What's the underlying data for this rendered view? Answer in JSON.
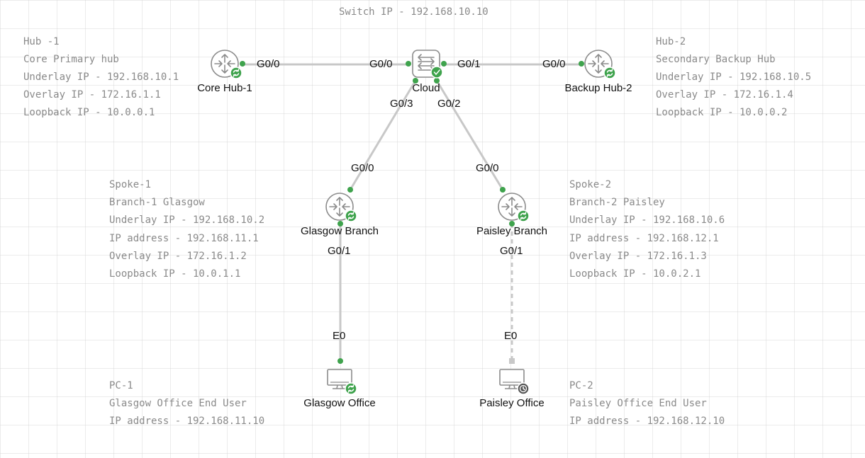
{
  "switch_ip_label": "Switch IP - 192.168.10.10",
  "devices": {
    "core_hub": {
      "name": "Core Hub-1",
      "type": "router",
      "status": "running"
    },
    "cloud": {
      "name": "Cloud",
      "type": "switch",
      "status": "ok"
    },
    "backup_hub": {
      "name": "Backup Hub-2",
      "type": "router",
      "status": "running"
    },
    "glasgow_branch": {
      "name": "Glasgow Branch",
      "type": "router",
      "status": "running"
    },
    "paisley_branch": {
      "name": "Paisley Branch",
      "type": "router",
      "status": "running"
    },
    "glasgow_office": {
      "name": "Glasgow Office",
      "type": "pc",
      "status": "running"
    },
    "paisley_office": {
      "name": "Paisley Office",
      "type": "pc",
      "status": "stopped"
    }
  },
  "ports": {
    "core_hub_g00": "G0/0",
    "cloud_g00": "G0/0",
    "cloud_g01": "G0/1",
    "backup_hub_g00": "G0/0",
    "cloud_g03": "G0/3",
    "cloud_g02": "G0/2",
    "glasgow_g00": "G0/0",
    "paisley_g00": "G0/0",
    "glasgow_g01": "G0/1",
    "paisley_g01": "G0/1",
    "glasgow_office_e0": "E0",
    "paisley_office_e0": "E0"
  },
  "notes": {
    "hub1": [
      "Hub -1",
      "Core Primary hub",
      "Underlay IP - 192.168.10.1",
      "Overlay IP - 172.16.1.1",
      "Loopback IP - 10.0.0.1"
    ],
    "hub2": [
      "Hub-2",
      "Secondary Backup Hub",
      "Underlay IP - 192.168.10.5",
      "Overlay IP - 172.16.1.4",
      "Loopback IP - 10.0.0.2"
    ],
    "spoke1": [
      "Spoke-1",
      "Branch-1 Glasgow",
      "Underlay IP - 192.168.10.2",
      "IP address - 192.168.11.1",
      "Overlay IP - 172.16.1.2",
      "Loopback IP - 10.0.1.1"
    ],
    "spoke2": [
      "Spoke-2",
      "Branch-2 Paisley",
      "Underlay IP - 192.168.10.6",
      "IP address - 192.168.12.1",
      "Overlay IP - 172.16.1.3",
      "Loopback IP - 10.0.2.1"
    ],
    "pc1": [
      "PC-1",
      "Glasgow Office End User",
      "IP address - 192.168.11.10"
    ],
    "pc2": [
      "PC-2",
      "Paisley Office End User",
      "IP address - 192.168.12.10"
    ]
  },
  "colors": {
    "link_up": "#3fa34d",
    "link_line": "#c8c8c8",
    "note_text": "#8a8a8a",
    "device_outline": "#8c8c8c",
    "status_running": "#3fa34d",
    "status_stopped": "#555555"
  }
}
